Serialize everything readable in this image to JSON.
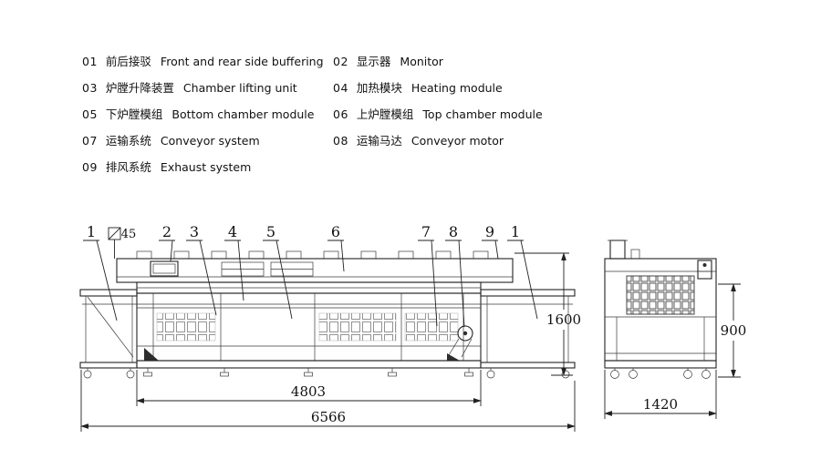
{
  "legend": {
    "items": [
      {
        "num": "01",
        "cn": "前后接驳",
        "en": "Front and rear side buffering"
      },
      {
        "num": "02",
        "cn": "显示器",
        "en": "Monitor"
      },
      {
        "num": "03",
        "cn": "炉膛升降装置",
        "en": "Chamber lifting unit"
      },
      {
        "num": "04",
        "cn": "加热模块",
        "en": "Heating module"
      },
      {
        "num": "05",
        "cn": "下炉膛模组",
        "en": "Bottom chamber module"
      },
      {
        "num": "06",
        "cn": "上炉膛模组",
        "en": "Top chamber module"
      },
      {
        "num": "07",
        "cn": "运输系统",
        "en": "Conveyor system"
      },
      {
        "num": "08",
        "cn": "运输马达",
        "en": "Conveyor motor"
      },
      {
        "num": "09",
        "cn": "排风系统",
        "en": "Exhaust system"
      }
    ]
  },
  "drawing": {
    "callouts": [
      "1",
      "2",
      "3",
      "4",
      "5",
      "6",
      "7",
      "8",
      "9",
      "1"
    ],
    "belt_width_label": "45",
    "dimensions": {
      "chamber_length": "4803",
      "overall_length": "6566",
      "overall_height": "1600",
      "conveyor_height": "900",
      "overall_depth": "1420"
    },
    "colors": {
      "line": "#222222",
      "text": "#111111",
      "background": "#ffffff"
    }
  }
}
